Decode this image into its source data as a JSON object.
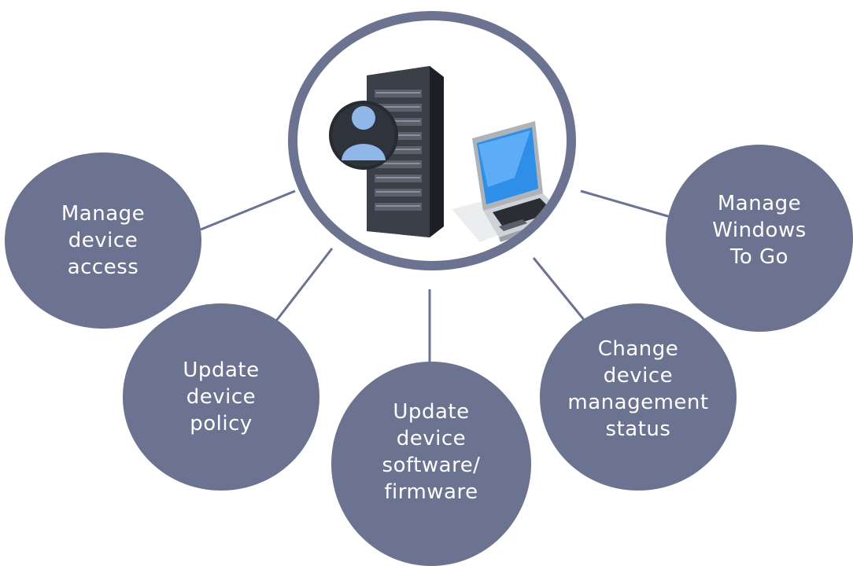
{
  "colors": {
    "node": "#6b7390",
    "connector": "#6b7390",
    "hub_ring": "#6b7390"
  },
  "hub": {
    "icons": [
      "server-rack-icon",
      "user-avatar-icon",
      "laptop-icon"
    ]
  },
  "nodes": [
    {
      "id": "manage-device-access",
      "lines": [
        "Manage",
        "device",
        "access"
      ]
    },
    {
      "id": "update-device-policy",
      "lines": [
        "Update",
        "device",
        "policy"
      ]
    },
    {
      "id": "update-device-software-firmware",
      "lines": [
        "Update",
        "device",
        "software/",
        "firmware"
      ]
    },
    {
      "id": "change-device-management-status",
      "lines": [
        "Change",
        "device",
        "management",
        "status"
      ]
    },
    {
      "id": "manage-windows-to-go",
      "lines": [
        "Manage",
        "Windows",
        "To Go"
      ]
    }
  ]
}
